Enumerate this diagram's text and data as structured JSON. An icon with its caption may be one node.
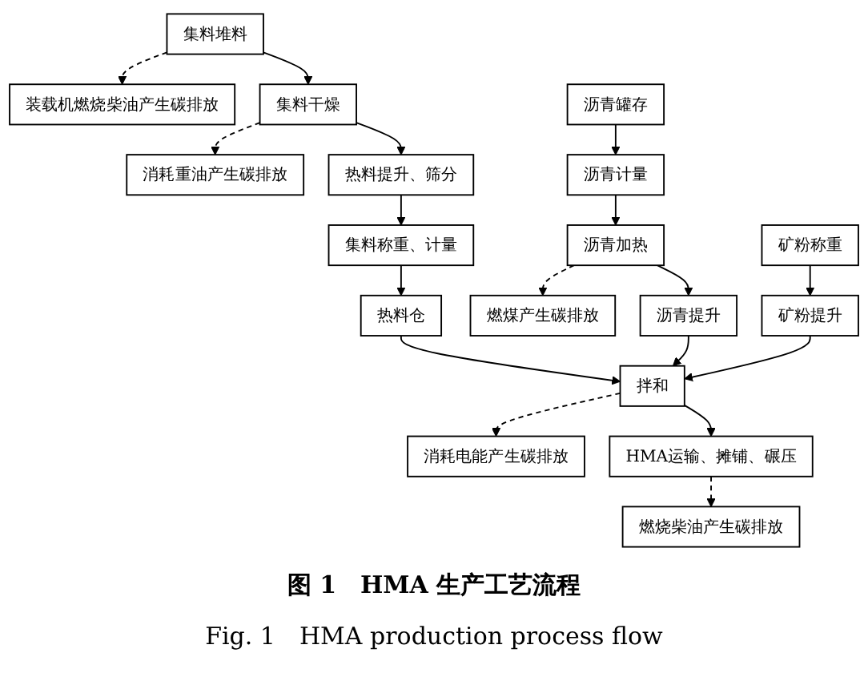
{
  "diagram": {
    "caption": "图 1　HMA 生产工艺流程",
    "nodes": [
      {
        "text": [
          "集料堆料"
        ]
      },
      {
        "text": [
          "装载机燃烧柴油产生碳排放"
        ]
      },
      {
        "text": [
          "集料干燥"
        ]
      },
      {
        "text": [
          "消耗重油产生碳排放"
        ]
      },
      {
        "text": [
          "热料提升、筛分"
        ]
      },
      {
        "text": [
          "集料称重、计量"
        ]
      },
      {
        "text": [
          "热料仓"
        ]
      },
      {
        "text": [
          "沥青计量"
        ]
      },
      {
        "text": [
          "沥青罐存"
        ]
      },
      {
        "text": [
          "沥青加热"
        ]
      },
      {
        "text": [
          "燃煤产生碳排放"
        ]
      },
      {
        "text": [
          "矿粉称重"
        ]
      },
      {
        "text": [
          "矿粉提升"
        ]
      },
      {
        "text": [
          "沥青提升"
        ]
      },
      {
        "text": [
          "拌和"
        ]
      },
      {
        "text": [
          "消耗电能产生碳排放"
        ]
      },
      {
        "text": [
          "燃烧柴油产生碳排放"
        ]
      },
      {
        "text": [
          "HMA运输、摊铺、碾压"
        ]
      }
    ],
    "edges": [
      {
        "from": 0,
        "to": 1,
        "arrow": "to",
        "style": "dashed"
      },
      {
        "from": 0,
        "to": 2,
        "arrow": "to"
      },
      {
        "from": 2,
        "to": 3,
        "arrow": "to",
        "style": "dashed"
      },
      {
        "from": 2,
        "to": 4,
        "arrow": "to"
      },
      {
        "from": 4,
        "to": 5,
        "arrow": "to"
      },
      {
        "from": 5,
        "to": 6,
        "arrow": "to"
      },
      {
        "from": 8,
        "to": 7,
        "arrow": "to"
      },
      {
        "from": 7,
        "to": 9,
        "arrow": "to"
      },
      {
        "from": 9,
        "to": 10,
        "arrow": "to",
        "style": "dashed"
      },
      {
        "from": 9,
        "to": 13,
        "arrow": "to"
      },
      {
        "from": 11,
        "to": 12,
        "arrow": "to"
      },
      {
        "from": 12,
        "to": 14,
        "arrow": "to"
      },
      {
        "from": 6,
        "to": 14,
        "arrow": "to"
      },
      {
        "from": 13,
        "to": 14,
        "arrow": "to"
      },
      {
        "from": 14,
        "to": 15,
        "arrow": "to",
        "style": "dashed"
      },
      {
        "from": 14,
        "to": 17,
        "arrow": "to"
      },
      {
        "from": 17,
        "to": 16,
        "arrow": "to",
        "style": "dashed"
      }
    ],
    "labels": [
      "Fig. 1　HMA production process flow"
    ]
  }
}
